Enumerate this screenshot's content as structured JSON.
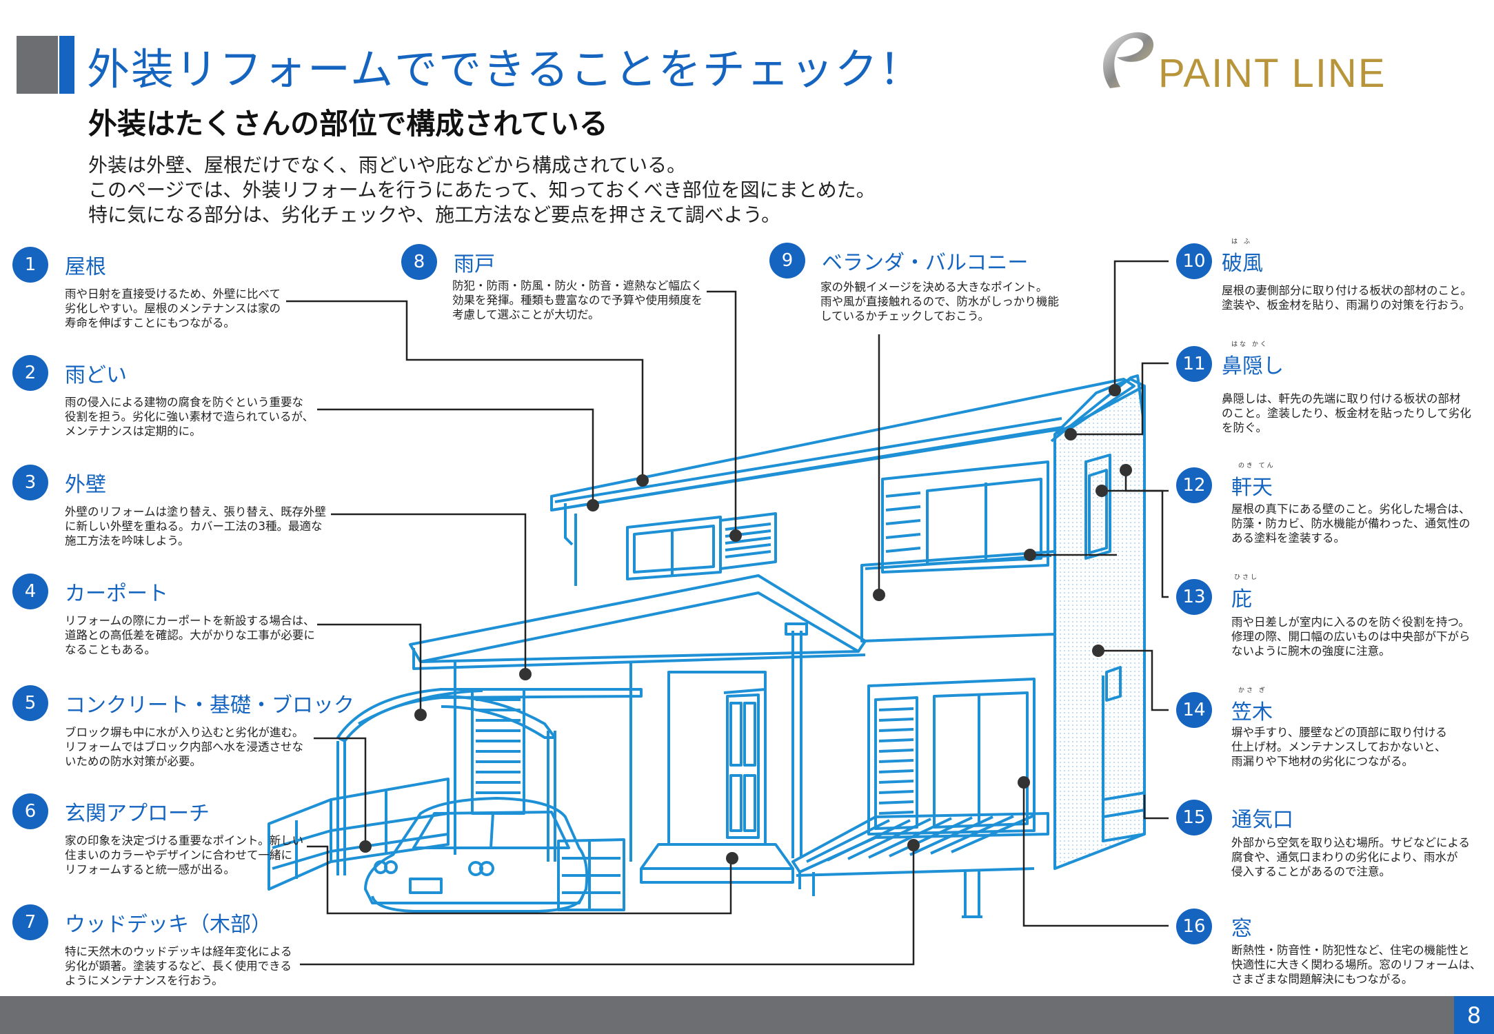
{
  "header": {
    "title": "外装リフォームでできることをチェック！",
    "logo_text": "PAINT LINE",
    "subtitle": "外装はたくさんの部位で構成されている",
    "intro": [
      "外装は外壁、屋根だけでなく、雨どいや庇などから構成されている。",
      "このページでは、外装リフォームを行うにあたって、知っておくべき部位を図にまとめた。",
      "特に気になる部分は、劣化チェックや、施工方法など要点を押さえて調べよう。"
    ]
  },
  "colors": {
    "accent": "#1565c0",
    "diagram_line": "#1e90d6",
    "gray": "#6d6e72",
    "gold": "#b8953a"
  },
  "items": [
    {
      "num": "1",
      "title": "屋根",
      "desc": [
        "雨や日射を直接受けるため、外壁に比べて",
        "劣化しやすい。屋根のメンテナンスは家の",
        "寿命を伸ばすことにもつながる。"
      ]
    },
    {
      "num": "2",
      "title": "雨どい",
      "desc": [
        "雨の侵入による建物の腐食を防ぐという重要な",
        "役割を担う。劣化に強い素材で造られているが、",
        "メンテナンスは定期的に。"
      ]
    },
    {
      "num": "3",
      "title": "外壁",
      "desc": [
        "外壁のリフォームは塗り替え、張り替え、既存外壁",
        "に新しい外壁を重ねる。カバー工法の3種。最適な",
        "施工方法を吟味しよう。"
      ]
    },
    {
      "num": "4",
      "title": "カーポート",
      "desc": [
        "リフォームの際にカーポートを新設する場合は、",
        "道路との高低差を確認。大がかりな工事が必要に",
        "なることもある。"
      ]
    },
    {
      "num": "5",
      "title": "コンクリート・基礎・ブロック",
      "desc": [
        "ブロック塀も中に水が入り込むと劣化が進む。",
        "リフォームではブロック内部へ水を浸透させな",
        "いための防水対策が必要。"
      ]
    },
    {
      "num": "6",
      "title": "玄関アプローチ",
      "desc": [
        "家の印象を決定づける重要なポイント。新しい",
        "住まいのカラーやデザインに合わせて一緒に",
        "リフォームすると統一感が出る。"
      ]
    },
    {
      "num": "7",
      "title": "ウッドデッキ（木部）",
      "desc": [
        "特に天然木のウッドデッキは経年変化による",
        "劣化が顕著。塗装するなど、長く使用できる",
        "ようにメンテナンスを行おう。"
      ]
    },
    {
      "num": "8",
      "title": "雨戸",
      "desc": [
        "防犯・防雨・防風・防火・防音・遮熱など幅広く",
        "効果を発揮。種類も豊富なので予算や使用頻度を",
        "考慮して選ぶことが大切だ。"
      ]
    },
    {
      "num": "9",
      "title": "ベランダ・バルコニー",
      "desc": [
        "家の外観イメージを決める大きなポイント。",
        "雨や風が直接触れるので、防水がしっかり機能",
        "しているかチェックしておこう。"
      ]
    },
    {
      "num": "10",
      "title": "破風",
      "ruby": "は ふ",
      "desc": [
        "屋根の妻側部分に取り付ける板状の部材のこと。",
        "塗装や、板金材を貼り、雨漏りの対策を行おう。"
      ]
    },
    {
      "num": "11",
      "title": "鼻隠し",
      "ruby": "はな かく",
      "desc": [
        "鼻隠しは、軒先の先端に取り付ける板状の部材",
        "のこと。塗装したり、板金材を貼ったりして劣化",
        "を防ぐ。"
      ]
    },
    {
      "num": "12",
      "title": "軒天",
      "ruby": "のき てん",
      "desc": [
        "屋根の真下にある壁のこと。劣化した場合は、",
        "防藻・防カビ、防水機能が備わった、通気性の",
        "ある塗料を塗装する。"
      ]
    },
    {
      "num": "13",
      "title": "庇",
      "ruby": "ひさし",
      "desc": [
        "雨や日差しが室内に入るのを防ぐ役割を持つ。",
        "修理の際、開口幅の広いものは中央部が下がら",
        "ないように腕木の強度に注意。"
      ]
    },
    {
      "num": "14",
      "title": "笠木",
      "ruby": "かさ ぎ",
      "desc": [
        "塀や手すり、腰壁などの頂部に取り付ける",
        "仕上げ材。メンテナンスしておかないと、",
        "雨漏りや下地材の劣化につながる。"
      ]
    },
    {
      "num": "15",
      "title": "通気口",
      "desc": [
        "外部から空気を取り込む場所。サビなどによる",
        "腐食や、通気口まわりの劣化により、雨水が",
        "侵入することがあるので注意。"
      ]
    },
    {
      "num": "16",
      "title": "窓",
      "desc": [
        "断熱性・防音性・防犯性など、住宅の機能性と",
        "快適性に大きく関わる場所。窓のリフォームは、",
        "さまざまな問題解決にもつながる。"
      ]
    }
  ],
  "footer": {
    "page": "8"
  }
}
